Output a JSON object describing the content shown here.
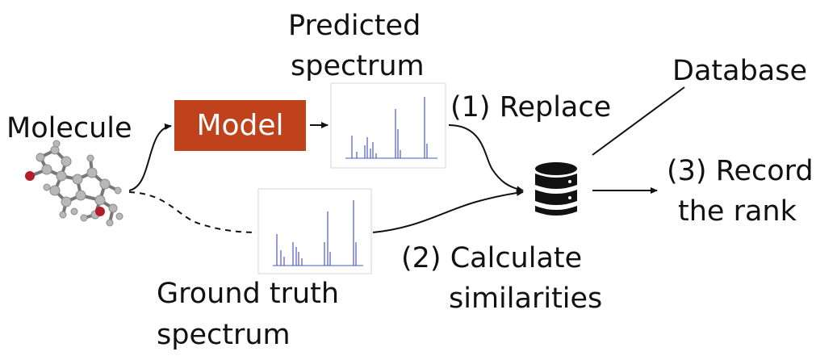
{
  "labels": {
    "predicted_line1": "Predicted",
    "predicted_line2": "spectrum",
    "molecule": "Molecule",
    "model": "Model",
    "replace": "(1) Replace",
    "database": "Database",
    "record_line1": "(3) Record",
    "record_line2": "the rank",
    "calculate_line1": "(2) Calculate",
    "calculate_line2": "similarities",
    "ground_truth_line1": "Ground truth",
    "ground_truth_line2": "spectrum"
  },
  "colors": {
    "model_box": "#c0421c",
    "spectrum_peaks": "#4a5ac8",
    "arrows": "#111111",
    "atom_carbon": "#a9a9a9",
    "atom_oxygen": "#b0202a"
  },
  "icons": {
    "database": "database-icon",
    "molecule": "molecule-ball-and-stick-icon"
  }
}
